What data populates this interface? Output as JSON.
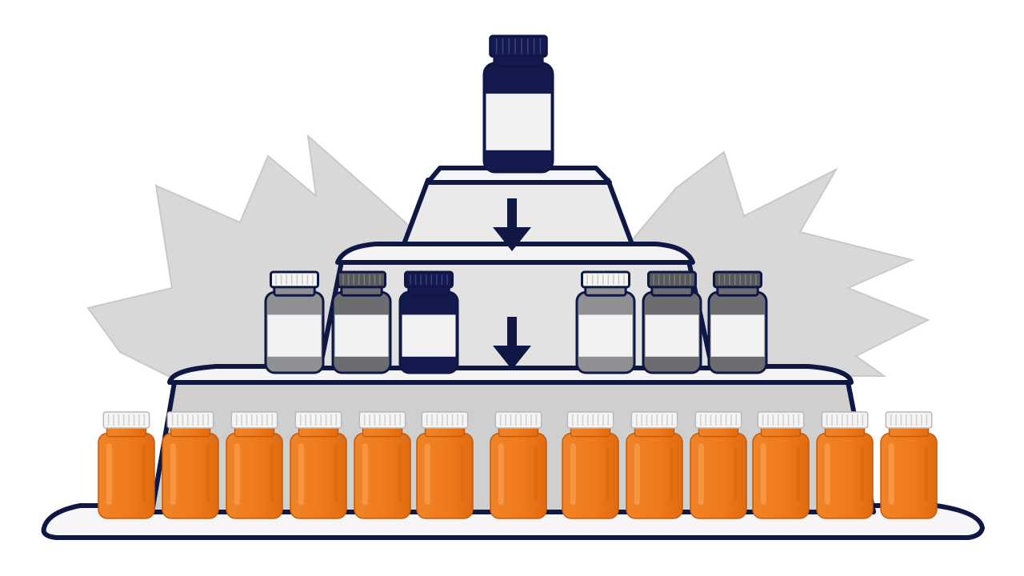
{
  "colors": {
    "background": "#ffffff",
    "outline": "#0f1745",
    "burst_fill": "#d9d9d9",
    "burst_edge": "#c4c4c4",
    "tier_top_fill": "#ececec",
    "tier_mid_fill": "#e1e1e1",
    "tier_base_fill": "#d0d0d0",
    "slab_fill": "#f5f5f7",
    "label_fill": "#f2f2f2",
    "navy_bottle": "#141a4d",
    "gray_dark_bottle": "#6b6d70",
    "gray_light_bottle": "#8e9093",
    "cap_white": "#f4f4f4",
    "cap_gray_dark": "#56585b",
    "orange_bottle": "#ef7a1c",
    "orange_highlight": "#f69a4a",
    "arrow": "#0f1745"
  },
  "icons": {
    "arrow_upper": "arrow-down-icon",
    "arrow_lower": "arrow-down-icon"
  },
  "tiers": {
    "top": {
      "bottle_count": 1,
      "bottle_color": "navy"
    },
    "middle": {
      "bottle_count": 6,
      "bottles": [
        "light-gray",
        "dark-gray",
        "navy",
        "light-gray",
        "dark-gray",
        "dark-gray"
      ]
    },
    "bottom": {
      "bottle_count": 13,
      "bottle_color": "orange"
    }
  }
}
